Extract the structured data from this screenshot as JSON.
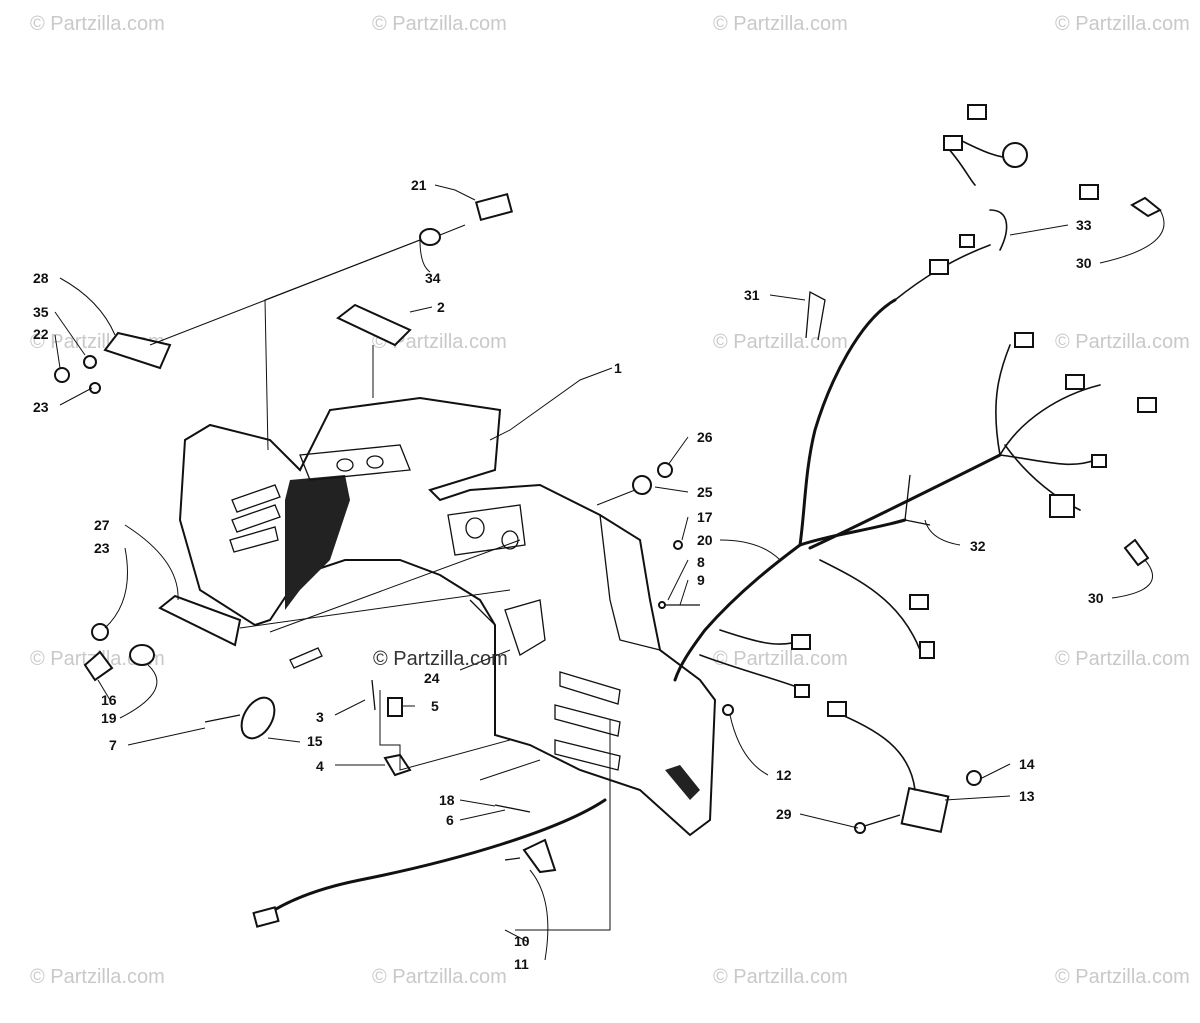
{
  "watermark": "© Partzilla.com",
  "center_watermark": "© Partzilla.com",
  "callouts": {
    "c1": "1",
    "c2": "2",
    "c3": "3",
    "c4": "4",
    "c5": "5",
    "c6": "6",
    "c7": "7",
    "c8": "8",
    "c9": "9",
    "c10": "10",
    "c11": "11",
    "c12": "12",
    "c13": "13",
    "c14": "14",
    "c15": "15",
    "c16": "16",
    "c17": "17",
    "c18": "18",
    "c19": "19",
    "c20": "20",
    "c21": "21",
    "c22": "22",
    "c23a": "23",
    "c23b": "23",
    "c24": "24",
    "c25": "25",
    "c26": "26",
    "c27": "27",
    "c28": "28",
    "c29": "29",
    "c30a": "30",
    "c30b": "30",
    "c31": "31",
    "c32": "32",
    "c33": "33",
    "c34": "34",
    "c35": "35"
  }
}
